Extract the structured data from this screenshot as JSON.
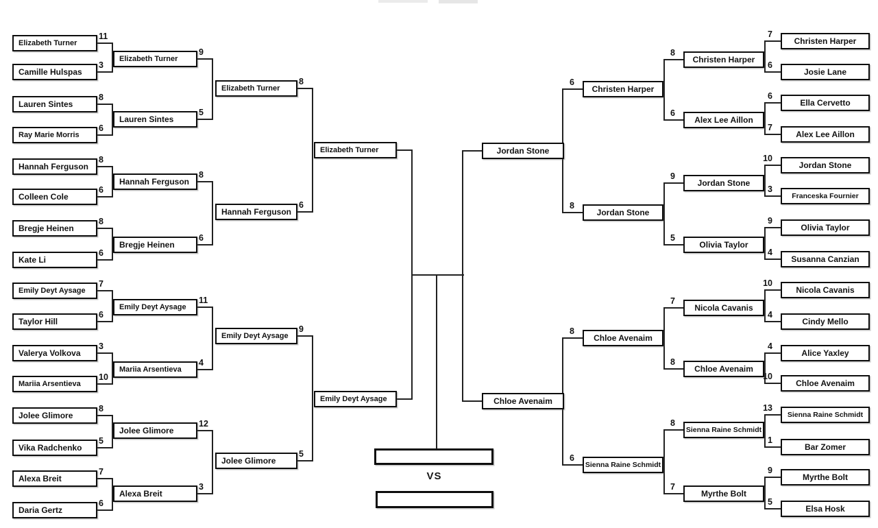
{
  "colors": {
    "background": "#ffffff",
    "box_border": "#0d0d0d",
    "connector_line": "#212121",
    "text": "#121212"
  },
  "final": {
    "vs_label": "VS",
    "winner_slot": "",
    "runner_slot": ""
  },
  "bracket": {
    "left": {
      "round1": [
        {
          "name": "Elizabeth Turner",
          "score": 11
        },
        {
          "name": "Camille Hulspas",
          "score": 3
        },
        {
          "name": "Lauren Sintes",
          "score": 8
        },
        {
          "name": "Ray Marie Morris",
          "score": 6
        },
        {
          "name": "Hannah Ferguson",
          "score": 8
        },
        {
          "name": "Colleen Cole",
          "score": 6
        },
        {
          "name": "Bregje Heinen",
          "score": 8
        },
        {
          "name": "Kate Li",
          "score": 6
        },
        {
          "name": "Emily Deyt Aysage",
          "score": 7
        },
        {
          "name": "Taylor Hill",
          "score": 6
        },
        {
          "name": "Valerya Volkova",
          "score": 3
        },
        {
          "name": "Mariia Arsentieva",
          "score": 10
        },
        {
          "name": "Jolee Glimore",
          "score": 8
        },
        {
          "name": "Vika Radchenko",
          "score": 5
        },
        {
          "name": "Alexa Breit",
          "score": 7
        },
        {
          "name": "Daria Gertz",
          "score": 6
        }
      ],
      "round2": [
        {
          "name": "Elizabeth Turner",
          "score": 9
        },
        {
          "name": "Lauren Sintes",
          "score": 5
        },
        {
          "name": "Hannah Ferguson",
          "score": 8
        },
        {
          "name": "Bregje Heinen",
          "score": 6
        },
        {
          "name": "Emily Deyt Aysage",
          "score": 11
        },
        {
          "name": "Mariia Arsentieva",
          "score": 4
        },
        {
          "name": "Jolee Glimore",
          "score": 12
        },
        {
          "name": "Alexa Breit",
          "score": 3
        }
      ],
      "round3": [
        {
          "name": "Elizabeth Turner",
          "score": 8
        },
        {
          "name": "Hannah Ferguson",
          "score": 6
        },
        {
          "name": "Emily Deyt Aysage",
          "score": 9
        },
        {
          "name": "Jolee Glimore",
          "score": 5
        }
      ],
      "semifinal": [
        {
          "name": "Elizabeth Turner",
          "score": null
        },
        {
          "name": "Emily Deyt Aysage",
          "score": null
        }
      ]
    },
    "right": {
      "round1": [
        {
          "name": "Christen Harper",
          "score": 7
        },
        {
          "name": "Josie Lane",
          "score": 6
        },
        {
          "name": "Ella Cervetto",
          "score": 6
        },
        {
          "name": "Alex Lee Aillon",
          "score": 7
        },
        {
          "name": "Jordan Stone",
          "score": 10
        },
        {
          "name": "Franceska Fournier",
          "score": 3
        },
        {
          "name": "Olivia Taylor",
          "score": 9
        },
        {
          "name": "Susanna Canzian",
          "score": 4
        },
        {
          "name": "Nicola Cavanis",
          "score": 10
        },
        {
          "name": "Cindy Mello",
          "score": 4
        },
        {
          "name": "Alice Yaxley",
          "score": 4
        },
        {
          "name": "Chloe Avenaim",
          "score": 10
        },
        {
          "name": "Sienna Raine Schmidt",
          "score": 13
        },
        {
          "name": "Bar Zomer",
          "score": 1
        },
        {
          "name": "Myrthe Bolt",
          "score": 9
        },
        {
          "name": "Elsa Hosk",
          "score": 5
        }
      ],
      "round2": [
        {
          "name": "Christen Harper",
          "score": 8
        },
        {
          "name": "Alex Lee Aillon",
          "score": 6
        },
        {
          "name": "Jordan Stone",
          "score": 9
        },
        {
          "name": "Olivia Taylor",
          "score": 5
        },
        {
          "name": "Nicola Cavanis",
          "score": 7
        },
        {
          "name": "Chloe Avenaim",
          "score": 8
        },
        {
          "name": "Sienna Raine Schmidt",
          "score": 8
        },
        {
          "name": "Myrthe Bolt",
          "score": 7
        }
      ],
      "round3": [
        {
          "name": "Christen Harper",
          "score": 6
        },
        {
          "name": "Jordan Stone",
          "score": 8
        },
        {
          "name": "Chloe Avenaim",
          "score": 8
        },
        {
          "name": "Sienna Raine Schmidt",
          "score": 6
        }
      ],
      "semifinal": [
        {
          "name": "Jordan Stone",
          "score": null
        },
        {
          "name": "Chloe Avenaim",
          "score": null
        }
      ]
    }
  }
}
